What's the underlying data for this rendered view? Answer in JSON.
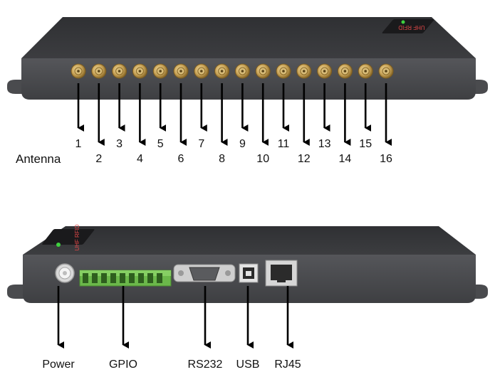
{
  "top_device": {
    "brand_badge": "UHF RFID",
    "section_label": "Antenna",
    "antenna_ports": [
      "1",
      "2",
      "3",
      "4",
      "5",
      "6",
      "7",
      "8",
      "9",
      "10",
      "11",
      "12",
      "13",
      "14",
      "15",
      "16"
    ]
  },
  "bottom_device": {
    "brand_badge": "UHF RFID",
    "ports": [
      "Power",
      "GPIO",
      "RS232",
      "USB",
      "RJ45"
    ]
  },
  "colors": {
    "device_body": "#4a4b4e",
    "device_top": "#3a3b3e",
    "connector_gold": "#c9a458",
    "gpio_green": "#6bb84a",
    "power_led": "#3fd13f",
    "arrow": "#000000"
  }
}
